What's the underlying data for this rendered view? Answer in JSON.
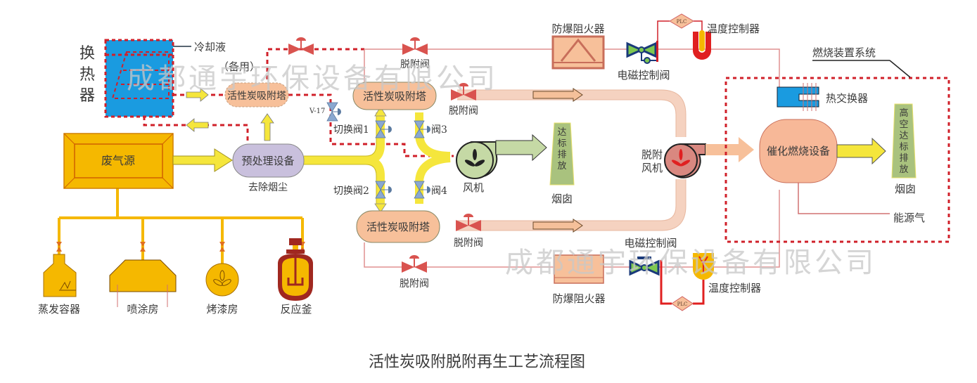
{
  "title": "活性炭吸附脱附再生工艺流程图",
  "watermark": "成都通宇环保设备有限公司",
  "colors": {
    "pipe_yellow": "#f5e63c",
    "pipe_orange": "#f5b800",
    "dashed_red": "#d0202a",
    "desorb_line": "#e09090",
    "tower_fill": "#f7c09a",
    "pretreat_fill": "#c9c0dd",
    "chimney_fill": "#a9c27e",
    "heat_exchanger_blue": "#1a9be0",
    "waste_source": "#f5b800",
    "valve_red": "#d9534f",
    "valve_blue": "#8aa8d0"
  },
  "heat_exchanger_left": {
    "label_chars": [
      "换",
      "热",
      "器"
    ],
    "coolant_label": "冷却液",
    "backup_label": "（备用）"
  },
  "backup_tower": {
    "label": "活性炭吸附塔"
  },
  "waste_source": {
    "label": "废气源"
  },
  "pretreatment": {
    "label": "预处理设备",
    "sublabel": "去除烟尘"
  },
  "upper_tower": {
    "label": "活性炭吸附塔"
  },
  "lower_tower": {
    "label": "活性炭吸附塔"
  },
  "valves": {
    "v17": "V-17",
    "switch1": "切换阀1",
    "switch2": "切换阀2",
    "valve3": "阀3",
    "valve4": "阀4",
    "desorb_top": "脱附阀",
    "desorb_upper": "脱附阀",
    "desorb_lower": "脱附阀",
    "desorb_bottom": "脱附阀"
  },
  "fan": {
    "label": "风机"
  },
  "chimney_mid": {
    "text_chars": [
      "达",
      "标",
      "排",
      "放"
    ],
    "label": "烟囱"
  },
  "flame_arrester_top": {
    "label": "防爆阻火器"
  },
  "flame_arrester_bottom": {
    "label": "防爆阻火器"
  },
  "solenoid_top": {
    "label": "电磁控制阀"
  },
  "solenoid_bottom": {
    "label": "电磁控制阀"
  },
  "plc_top": {
    "label": "PLC"
  },
  "plc_bottom": {
    "label": "PLC"
  },
  "temp_ctrl_top": {
    "label": "温度控制器"
  },
  "temp_ctrl_bottom": {
    "label": "温度控制器"
  },
  "desorb_fan": {
    "label_line1": "脱附",
    "label_line2": "风机"
  },
  "combustion_system": {
    "label": "燃烧装置系统",
    "heat_exchanger": "热交换器",
    "catalytic": "催化燃烧设备",
    "chimney_chars": [
      "高",
      "空",
      "达",
      "标",
      "排",
      "放"
    ],
    "chimney_label": "烟囱",
    "energy_gas": "能源气"
  },
  "sources": [
    {
      "label": "蒸发容器"
    },
    {
      "label": "喷涂房"
    },
    {
      "label": "烤漆房"
    },
    {
      "label": "反应釜"
    }
  ]
}
